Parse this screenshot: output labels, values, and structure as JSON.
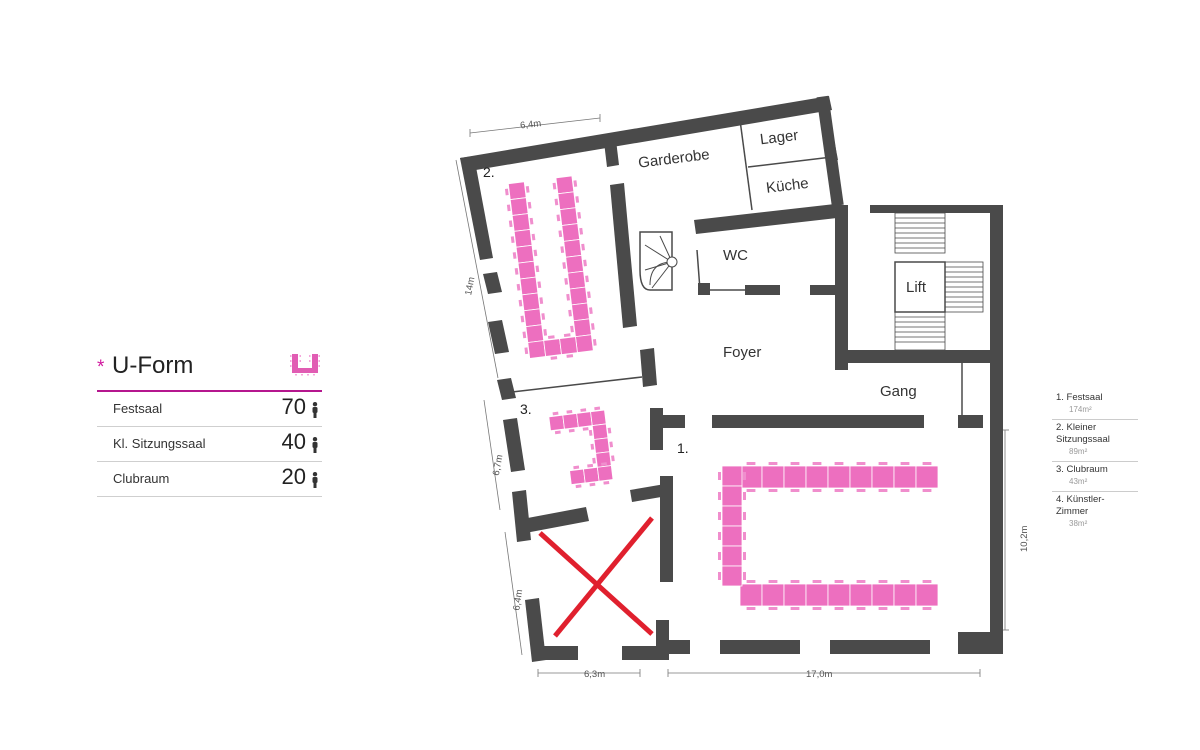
{
  "setup": {
    "title": "U-Form",
    "star": "*",
    "icon": "u-shape-seating-icon",
    "accent": "#b5178e",
    "rows": [
      {
        "name": "Festsaal",
        "count": "70",
        "icon": "person-icon"
      },
      {
        "name": "Kl. Sitzungssaal",
        "count": "40",
        "icon": "person-icon"
      },
      {
        "name": "Clubraum",
        "count": "20",
        "icon": "person-icon"
      }
    ]
  },
  "plan": {
    "rooms": {
      "garderobe": "Garderobe",
      "lager": "Lager",
      "kueche": "Küche",
      "wc": "WC",
      "lift": "Lift",
      "foyer": "Foyer",
      "gang": "Gang"
    },
    "numbers": {
      "r1": "1.",
      "r2": "2.",
      "r3": "3."
    },
    "dimensions": {
      "top": "6,4m",
      "left_upper": "14m",
      "left_middle": "6,7m",
      "left_lower": "6,4m",
      "bottom_left": "6,3m",
      "bottom_right": "17,0m",
      "right": "10,2m"
    },
    "unavailable_mark": "cross-mark",
    "table_color": "#ed6fbf",
    "wall_color": "#4a4a4a"
  },
  "legend": [
    {
      "name": "1. Festsaal",
      "area": "174m²"
    },
    {
      "name": "2. Kleiner\nSitzungssaal",
      "area": "89m²"
    },
    {
      "name": "3. Clubraum",
      "area": "43m²"
    },
    {
      "name": "4. Künstler-\nZimmer",
      "area": "38m²"
    }
  ]
}
